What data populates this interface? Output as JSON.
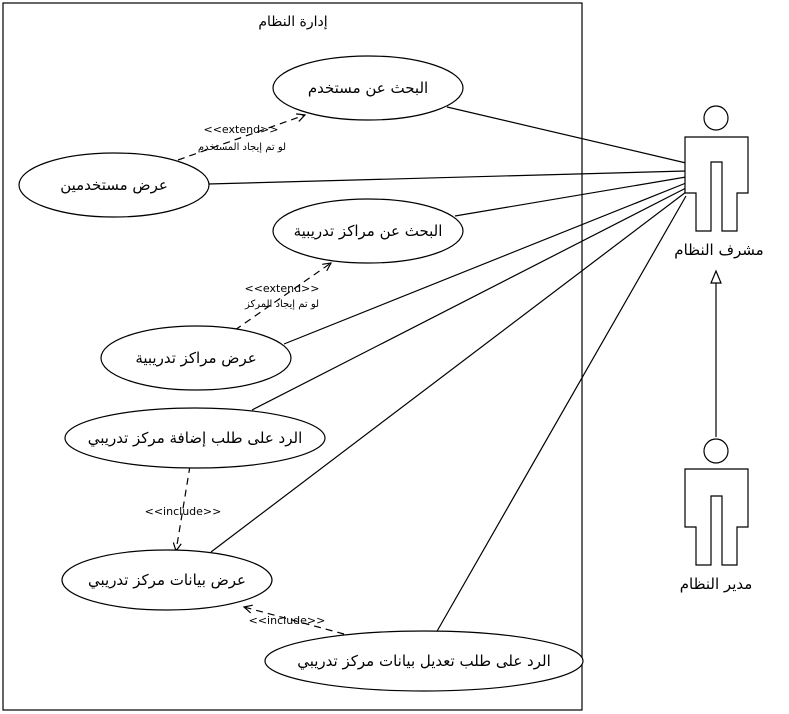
{
  "system": {
    "title": "إدارة النظام"
  },
  "use_cases": {
    "search_user": "البحث عن مستخدم",
    "view_users": "عرض مستخدمين",
    "search_centers": "البحث عن مراكز تدريبية",
    "view_centers": "عرض مراكز تدريبية",
    "respond_add_center": "الرد على طلب إضافة مركز تدريبي",
    "view_center_data": "عرض بيانات مركز تدريبي",
    "respond_edit_center": "الرد على طلب تعديل بيانات مركز تدريبي"
  },
  "relations": {
    "extend_user": "<<extend>>",
    "extend_user_condition": "لو تم إيجاد المستخدم",
    "extend_center": "<<extend>>",
    "extend_center_condition": "لو تم إيجاد المركز",
    "include_add": "<<include>>",
    "include_edit": "<<include>>"
  },
  "actors": {
    "supervisor": "مشرف النظام",
    "manager": "مدير النظام"
  }
}
